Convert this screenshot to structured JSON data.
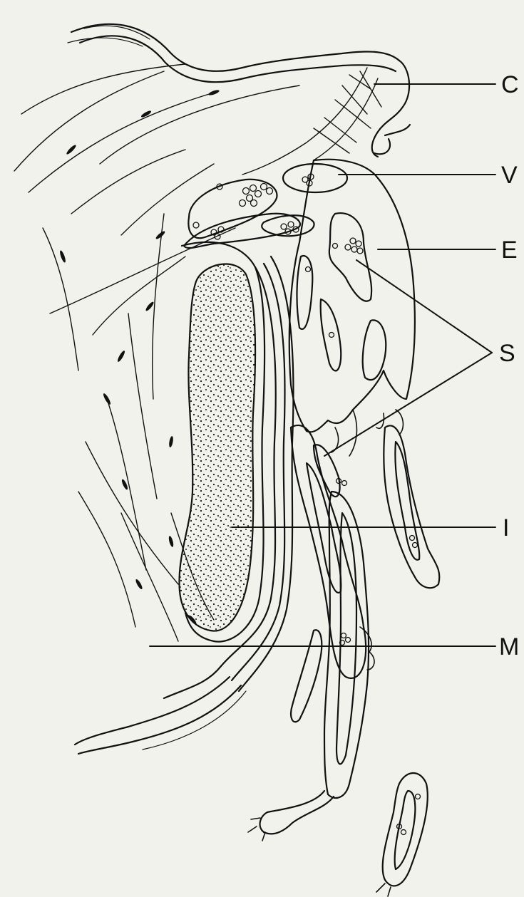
{
  "figure": {
    "labels": {
      "C": "C",
      "V": "V",
      "E": "E",
      "S": "S",
      "I": "I",
      "M": "M"
    },
    "colors": {
      "background": "#f2f2ec",
      "ink": "#111111"
    }
  }
}
